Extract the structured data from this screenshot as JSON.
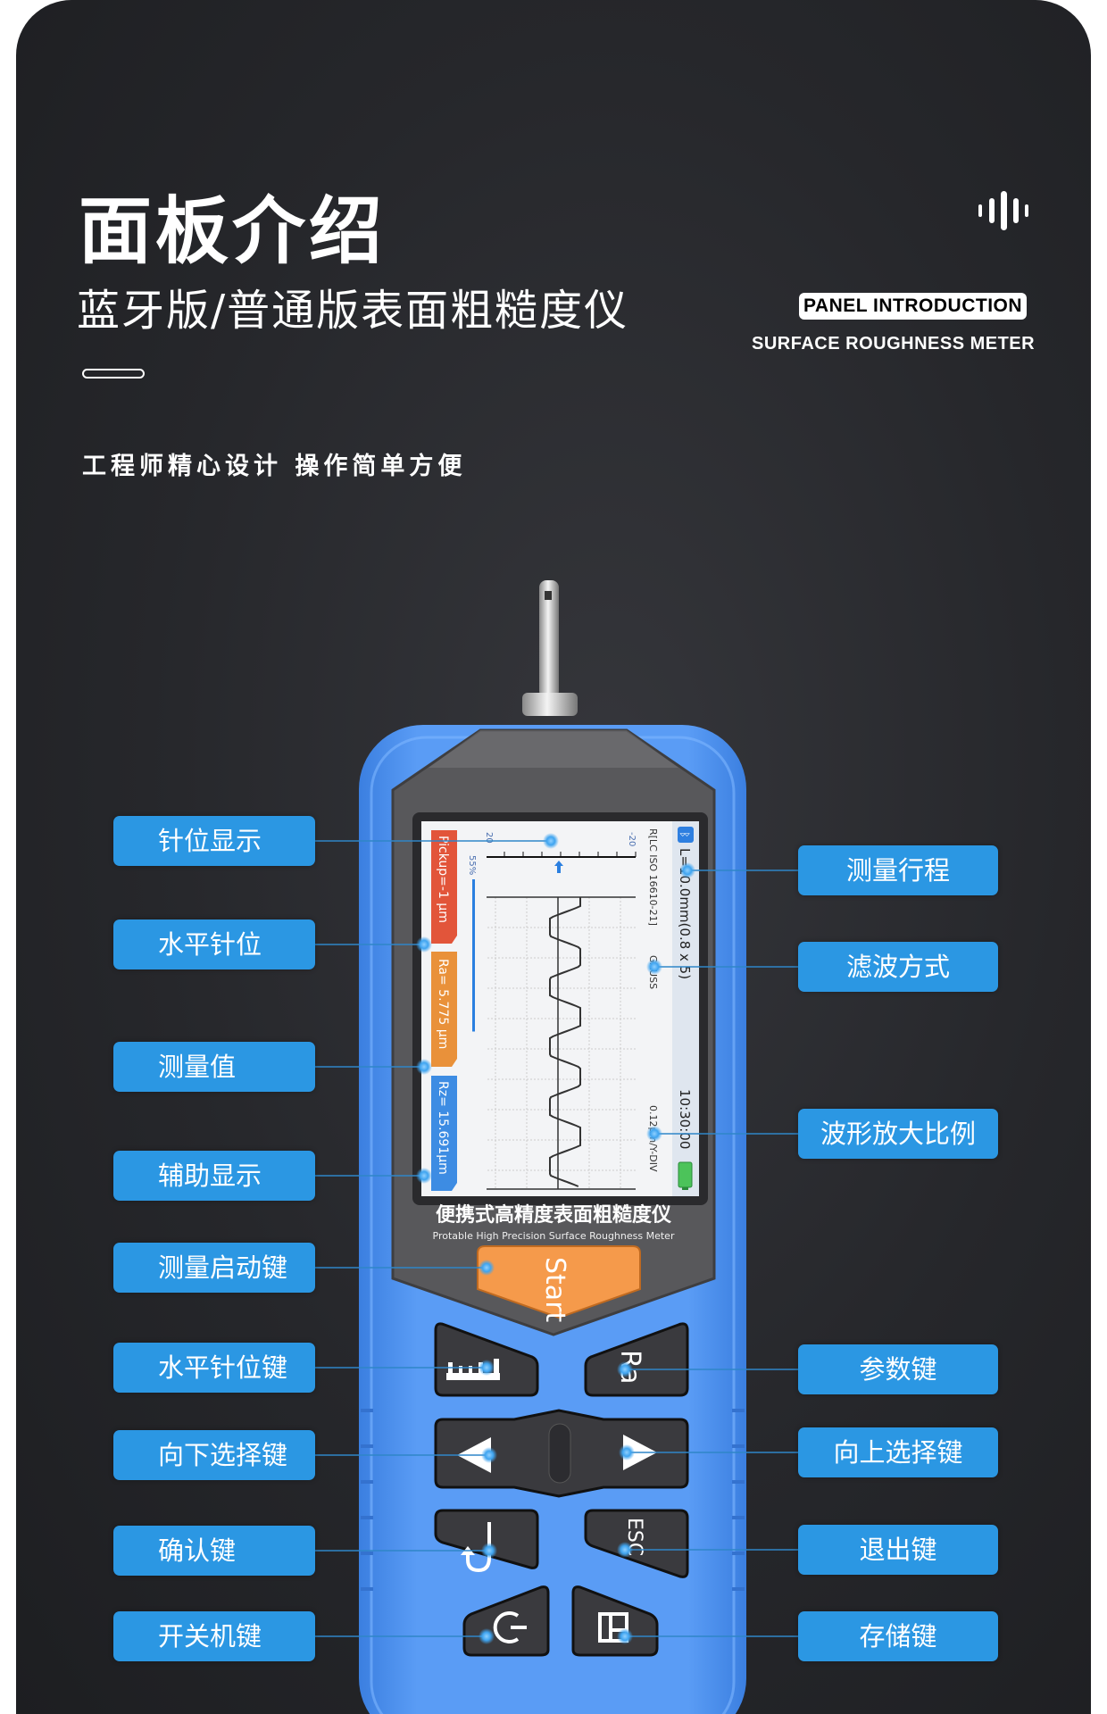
{
  "header": {
    "title": "面板介绍",
    "subtitle": "蓝牙版/普通版表面粗糙度仪",
    "tagline": "工程师精心设计  操作简单方便",
    "panel_tag": "PANEL INTRODUCTION",
    "en_subtitle": "SURFACE ROUGHNESS METER",
    "icon": "sound-wave-icon"
  },
  "device": {
    "name_cn": "便携式高精度表面粗糙度仪",
    "name_en": "Protable High Precision Surface Roughness Meter",
    "start_label": "Start",
    "ra_label": "Ra",
    "esc_label": "ESC",
    "screen": {
      "length": "L=10.0mm(0.8 x 5)",
      "time": "10:30:00",
      "filter_std": "R[LC ISO 16610-21]",
      "filter": "GAUSS",
      "scale": "0.12µm/Y-DIV",
      "needle_min": "-20",
      "needle_max": "20",
      "percent": "55%",
      "percent_value": 55,
      "pickup": "Pickup=-1 µm",
      "ra": "Ra= 5.775 µm",
      "rz": "Rz= 15.691µm"
    }
  },
  "labels_left": [
    "针位显示",
    "水平针位",
    "测量值",
    "辅助显示",
    "测量启动键",
    "水平针位键",
    "向下选择键",
    "确认键",
    "开关机键"
  ],
  "labels_right": [
    "测量行程",
    "滤波方式",
    "波形放大比例",
    "参数键",
    "向上选择键",
    "退出键",
    "存储键"
  ],
  "colors": {
    "label_bg": "#2b97e3",
    "body": "#4b8ff0",
    "start": "#f59a4b",
    "face": "#58585b",
    "key": "#3a3a3e"
  }
}
